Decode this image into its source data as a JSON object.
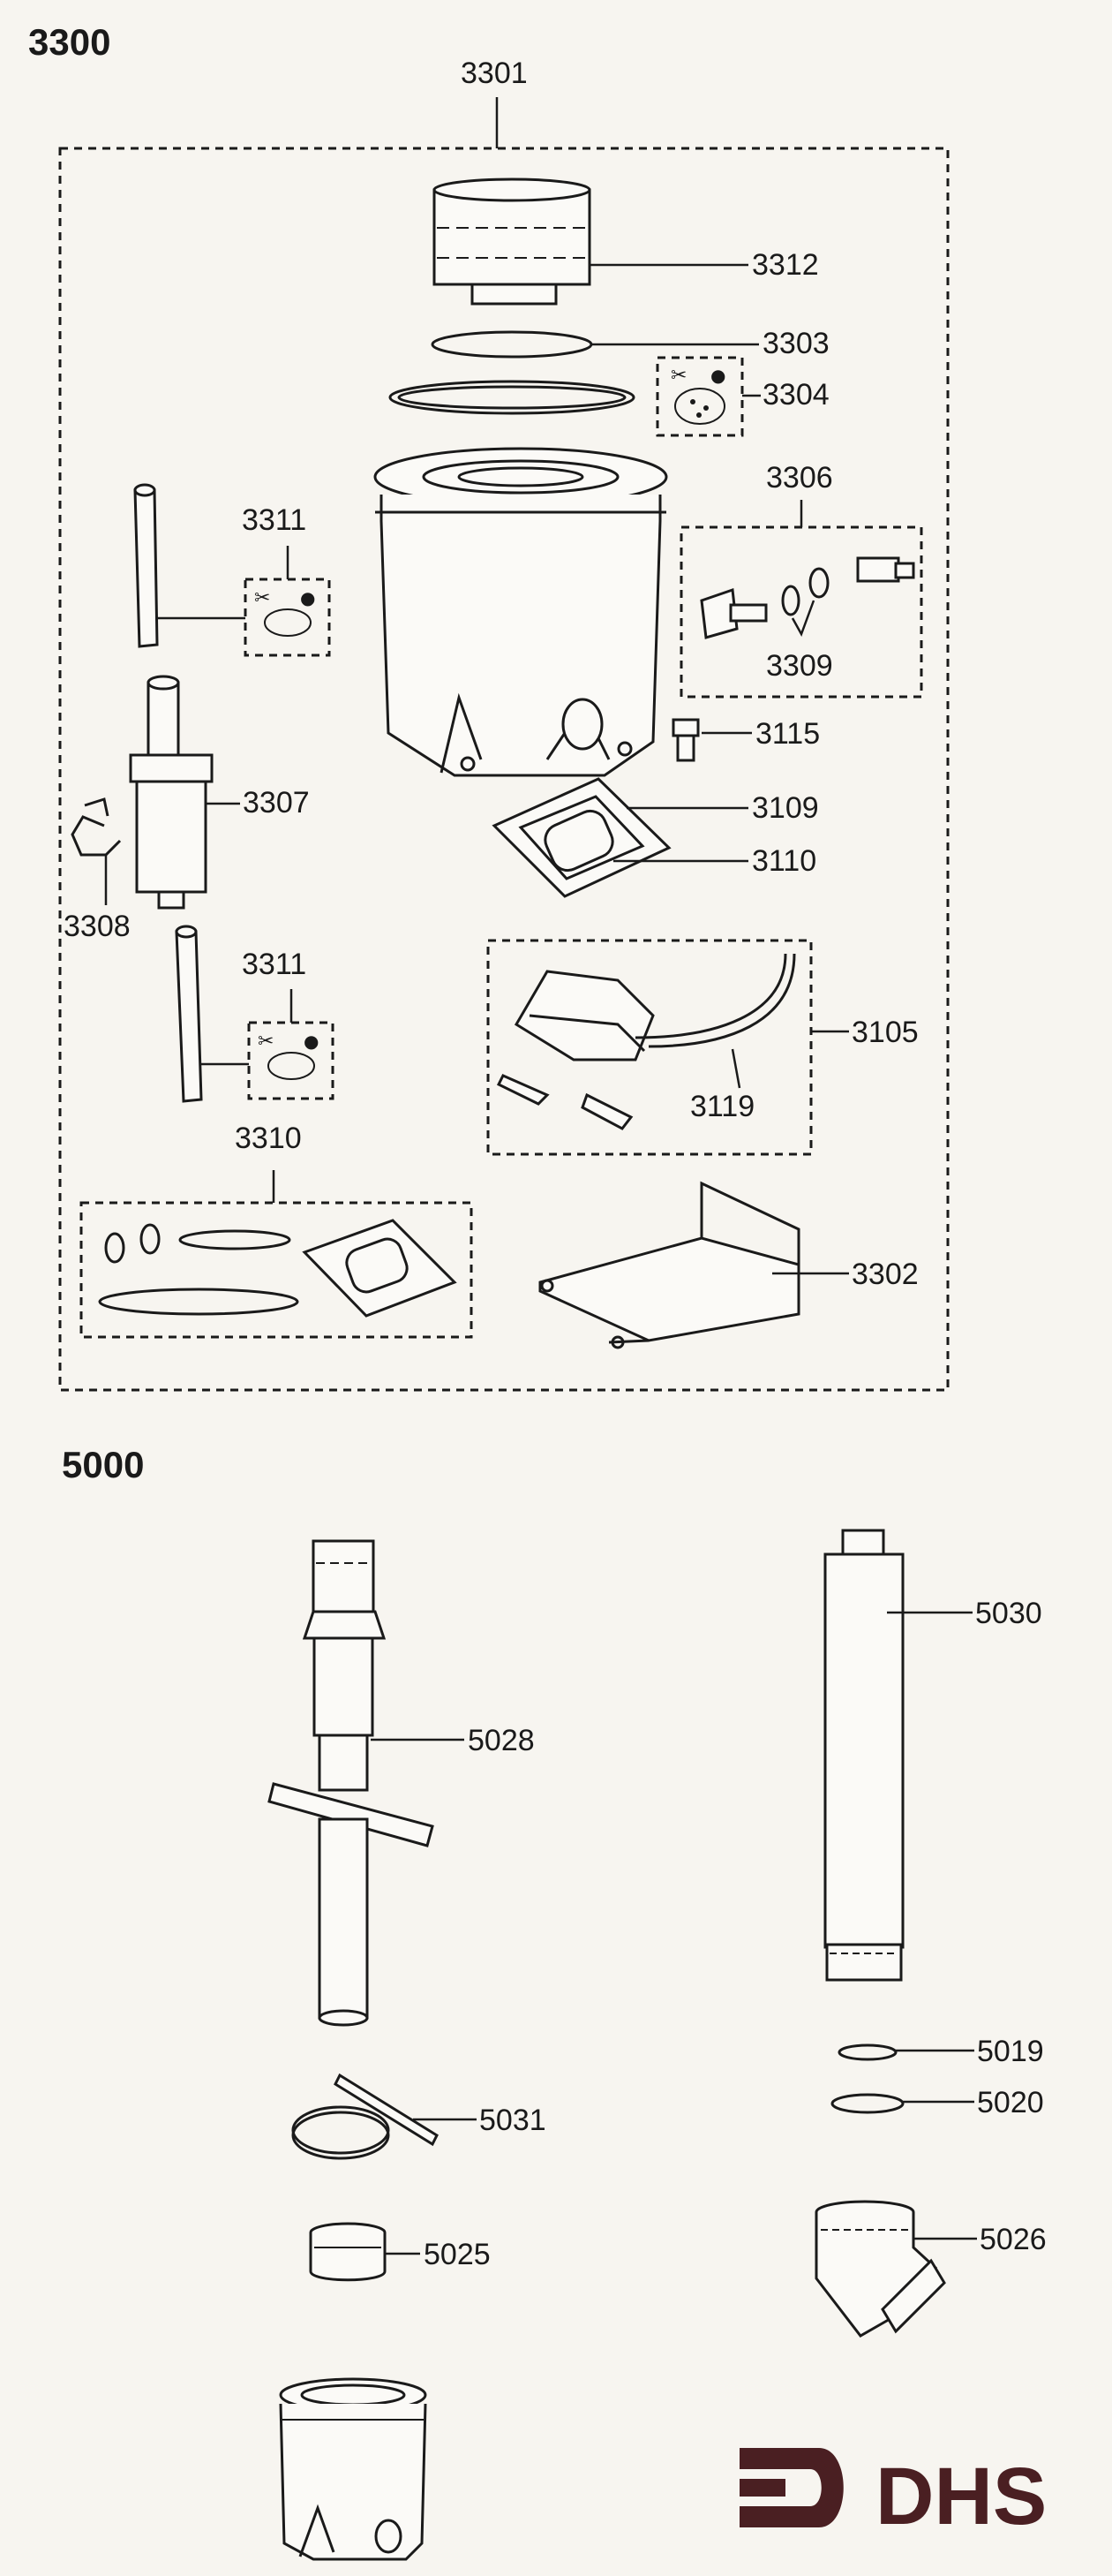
{
  "sections": {
    "s3300": "3300",
    "s5000": "5000"
  },
  "parts": {
    "p3301": "3301",
    "p3312": "3312",
    "p3303": "3303",
    "p3304": "3304",
    "p3306": "3306",
    "p3309": "3309",
    "p3311a": "3311",
    "p3115": "3115",
    "p3307": "3307",
    "p3109": "3109",
    "p3110": "3110",
    "p3308": "3308",
    "p3311b": "3311",
    "p3105": "3105",
    "p3119": "3119",
    "p3310": "3310",
    "p3302": "3302",
    "p5030": "5030",
    "p5028": "5028",
    "p5019": "5019",
    "p5020": "5020",
    "p5031": "5031",
    "p5025": "5025",
    "p5026": "5026"
  },
  "logo": {
    "text": "DHS",
    "color": "#4a1f22"
  }
}
